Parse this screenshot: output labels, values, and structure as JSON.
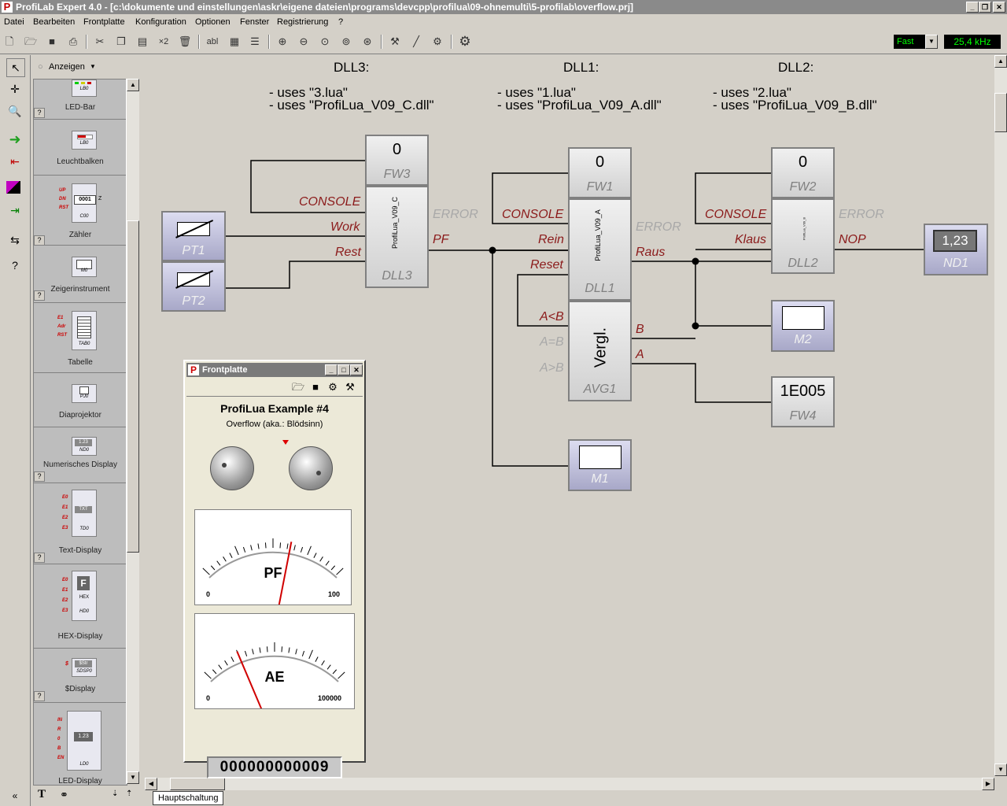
{
  "window": {
    "title": "ProfiLab Expert 4.0 - [c:\\dokumente und einstellungen\\askr\\eigene dateien\\programs\\devcpp\\profilua\\09-ohnemulti\\5-profilab\\overflow.prj]",
    "app_icon_letter": "P"
  },
  "menu": [
    "Datei",
    "Bearbeiten",
    "Frontplatte",
    "Konfiguration",
    "Optionen",
    "Fenster",
    "Registrierung",
    "?"
  ],
  "toolbar": {
    "x2_label": "×2",
    "abl_label": "abl",
    "speed_value": "Fast",
    "frequency": "25,4 kHz"
  },
  "palette": {
    "header": "Anzeigen",
    "items": [
      {
        "label": "LED-Bar",
        "icon_text": "LB0"
      },
      {
        "label": "Leuchtbalken",
        "icon_text": "LB0"
      },
      {
        "label": "Zähler",
        "icon_text": "0001"
      },
      {
        "label": "Zeigerinstrument",
        "icon_text": "M0"
      },
      {
        "label": "Tabelle",
        "icon_text": "TAB0"
      },
      {
        "label": "Diaprojektor",
        "icon_text": "PJ0"
      },
      {
        "label": "Numerisches Display",
        "icon_text": "1.23"
      },
      {
        "label": "Text-Display",
        "icon_text": "TXT"
      },
      {
        "label": "HEX-Display",
        "icon_text": "F"
      },
      {
        "label": "$Display",
        "icon_text": "$Str"
      },
      {
        "label": "LED-Display",
        "icon_text": "1.23"
      }
    ],
    "counter_pins": [
      "UP",
      "DN",
      "RST"
    ],
    "counter_pin_z": "Z",
    "table_pins": [
      "E1",
      "Adr",
      "RST"
    ],
    "text_pins": [
      "E0",
      "E1",
      "E2",
      "E3"
    ],
    "hex_pins": [
      "E0",
      "E1",
      "E2",
      "E3"
    ],
    "hex_sub": "HEX",
    "hex_id": "HD0",
    "sdisp_pin": "$",
    "sdisp_id": "SDSP0",
    "led_pins": [
      "IN",
      "R",
      "0",
      "B",
      "EN"
    ],
    "led_id": "LD0"
  },
  "canvas": {
    "headers": [
      {
        "title": "DLL3:",
        "notes": "- uses \"3.lua\"\n- uses \"ProfiLua_V09_C.dll\""
      },
      {
        "title": "DLL1:",
        "notes": "- uses \"1.lua\"\n- uses \"ProfiLua_V09_A.dll\""
      },
      {
        "title": "DLL2:",
        "notes": "- uses \"2.lua\"\n- uses \"ProfiLua_V09_B.dll\""
      }
    ],
    "fw3": {
      "value": "0",
      "name": "FW3"
    },
    "fw1": {
      "value": "0",
      "name": "FW1"
    },
    "fw2": {
      "value": "0",
      "name": "FW2"
    },
    "fw4": {
      "value": "1E005",
      "name": "FW4"
    },
    "dll3": {
      "name": "DLL3",
      "inner": "ProfiLua_V09_C",
      "in": [
        "CONSOLE",
        "Work",
        "Rest"
      ],
      "out": [
        "ERROR",
        "PF"
      ]
    },
    "dll1": {
      "name": "DLL1",
      "inner": "ProfiLua_V09_A",
      "in": [
        "CONSOLE",
        "Rein",
        "Reset"
      ],
      "out": [
        "ERROR",
        "Raus"
      ]
    },
    "dll2": {
      "name": "DLL2",
      "inner": "ProfiLua_V09_B",
      "in": [
        "CONSOLE",
        "Klaus"
      ],
      "out": [
        "ERROR",
        "NOP"
      ]
    },
    "avg1": {
      "name": "AVG1",
      "inner": "Vergl.",
      "in": [
        "A<B",
        "A=B",
        "A>B"
      ],
      "out": [
        "B",
        "A"
      ]
    },
    "pt1": {
      "name": "PT1"
    },
    "pt2": {
      "name": "PT2"
    },
    "m1": {
      "name": "M1"
    },
    "m2": {
      "name": "M2"
    },
    "nd1": {
      "name": "ND1",
      "value": "1,23"
    }
  },
  "tabs": [
    "Hauptschaltung"
  ],
  "front_panel": {
    "title": "Frontplatte",
    "heading": "ProfiLua Example #4",
    "subheading": "Overflow (aka.: Blödsinn)",
    "meter1": {
      "label": "PF",
      "min": "0",
      "max": "100",
      "level": 0.62
    },
    "meter2": {
      "label": "AE",
      "min": "0",
      "max": "100000",
      "level": 0.25
    },
    "counter": "000000000009"
  },
  "colors": {
    "pin_label": "#8b1a1a",
    "disabled_pin": "#a8a8a8",
    "display_green": "#00ff00",
    "needle": "#d00000"
  }
}
